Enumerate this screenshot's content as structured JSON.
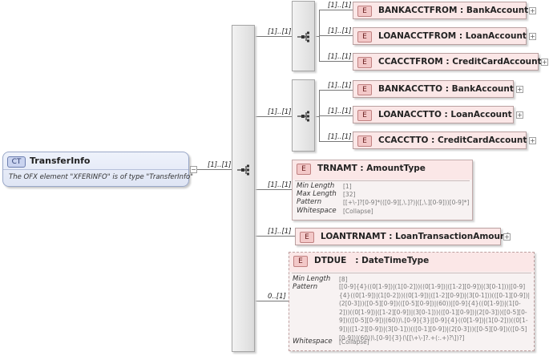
{
  "complex_type": {
    "badge": "CT",
    "name": "TransferInfo",
    "doc": "The OFX element \"XFERINFO\" is of type \"TransferInfo\"",
    "cardinality": "[1]..[1]"
  },
  "icons": {
    "sequence": "sequence-icon",
    "expand": "plus-icon"
  },
  "colors": {
    "complex_type_fill": "#dfe5f4",
    "element_fill": "#fbe7e7",
    "sequence_fill": "#dcdcdc"
  },
  "from_group": {
    "cardinality": "[1]..[1]",
    "elements": [
      {
        "badge": "E",
        "name": "BANKACCTFROM : BankAccount",
        "cardinality": "[1]..[1]"
      },
      {
        "badge": "E",
        "name": "LOANACCTFROM : LoanAccount",
        "cardinality": "[1]..[1]"
      },
      {
        "badge": "E",
        "name": "CCACCTFROM : CreditCardAccount",
        "cardinality": "[1]..[1]"
      }
    ]
  },
  "to_group": {
    "cardinality": "[1]..[1]",
    "elements": [
      {
        "badge": "E",
        "name": "BANKACCTTO : BankAccount",
        "cardinality": "[1]..[1]"
      },
      {
        "badge": "E",
        "name": "LOANACCTTO : LoanAccount",
        "cardinality": "[1]..[1]"
      },
      {
        "badge": "E",
        "name": "CCACCTTO : CreditCardAccount",
        "cardinality": "[1]..[1]"
      }
    ]
  },
  "trnamt": {
    "badge": "E",
    "name": "TRNAMT : AmountType",
    "cardinality": "[1]..[1]",
    "facets": [
      {
        "label": "Min Length",
        "value": "[1]"
      },
      {
        "label": "Max Length",
        "value": "[32]"
      },
      {
        "label": "Pattern",
        "value": "[[+\\-]?[0-9]*(([0-9][,\\.]?)|([,\\.][0-9]))[0-9]*]"
      },
      {
        "label": "Whitespace",
        "value": "[Collapse]"
      }
    ]
  },
  "loantrnamt": {
    "badge": "E",
    "name": "LOANTRNAMT : LoanTransactionAmount",
    "cardinality": "[1]..[1]"
  },
  "dtdue": {
    "badge": "E",
    "name": "DTDUE   : DateTimeType",
    "cardinality": "0..[1]",
    "facets": [
      {
        "label": "Min Length",
        "value": "[8]"
      },
      {
        "label": "Pattern",
        "value": "[[0-9]{4}((0[1-9])|(1[0-2]))((0[1-9])|([1-2][0-9])|(3[0-1]))|[0-9]{4}((0[1-9])|(1[0-2]))((0[1-9])|([1-2][0-9])|(3[0-1]))(([0-1][0-9])|(2[0-3]))([0-5][0-9])(([0-5][0-9])|(60))|[0-9]{4}((0[1-9])|(1[0-2]))((0[1-9])|([1-2][0-9])|(3[0-1]))(([0-1][0-9])|(2[0-3]))([0-5][0-9])(([0-5][0-9])|(60))\\.[0-9]{3}|[0-9]{4}((0[1-9])|(1[0-2]))((0[1-9])|([1-2][0-9])|(3[0-1]))(([0-1][0-9])|(2[0-3]))([0-5][0-9])(([0-5][0-9])|(60))\\.[0-9]{3}(\\[[\\+\\-]?.+(:.+)?\\])?]"
      },
      {
        "label": "Whitespace",
        "value": "[Collapse]"
      }
    ]
  }
}
